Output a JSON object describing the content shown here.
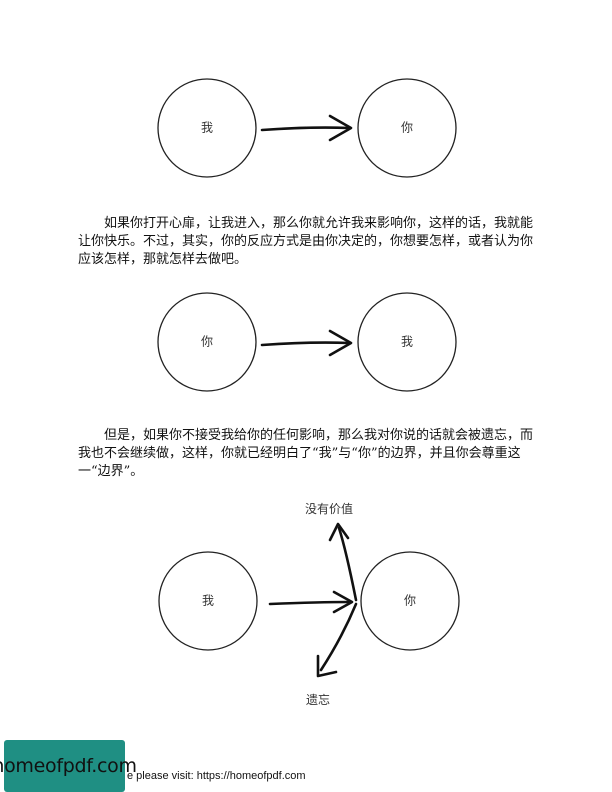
{
  "diagram1": {
    "from": "我",
    "to": "你"
  },
  "paragraph1": "如果你打开心扉，让我进入，那么你就允许我来影响你，这样的话，我就能让你快乐。不过，其实，你的反应方式是由你决定的，你想要怎样，或者认为你应该怎样，那就怎样去做吧。",
  "diagram2": {
    "from": "你",
    "to": "我"
  },
  "paragraph2": "但是，如果你不接受我给你的任何影响，那么我对你说的话就会被遗忘，而我也不会继续做，这样，你就已经明白了“我”与“你”的边界，并且你会尊重这一“边界”。",
  "diagram3": {
    "from": "我",
    "to": "你",
    "up_label": "没有价值",
    "down_label": "遗忘"
  },
  "footer": {
    "logo": "homeofpdf.com",
    "text": "e please visit: https://homeofpdf.com"
  }
}
